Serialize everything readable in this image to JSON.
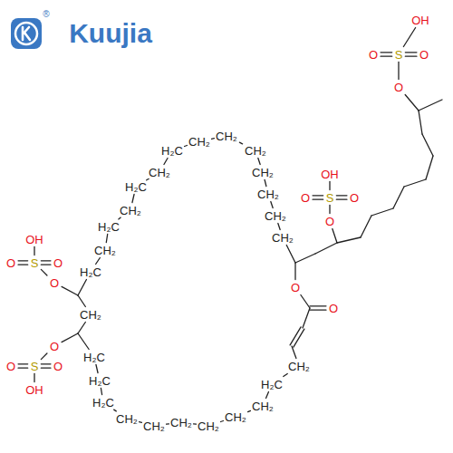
{
  "diagram": {
    "labels": [
      "Kuujia",
      "®",
      "OH",
      "O",
      "S",
      "O",
      "O",
      "OH",
      "O",
      "S",
      "O",
      "O",
      "H₂C",
      "CH₂",
      "H₂C",
      "CH₂",
      "H₂C",
      "CH₂",
      "H₂C",
      "CH₂",
      "CH₂",
      "CH₂",
      "CH₂",
      "CH₂",
      "CH₂",
      "CH₂",
      "O",
      "O",
      "CH₂",
      "H₂C",
      "CH₂",
      "CH₂",
      "CH₂",
      "CH₂",
      "CH₂",
      "CH₂",
      "H₂C",
      "H₂C",
      "H₂C",
      "OH",
      "O",
      "S",
      "O",
      "O",
      "CH₂",
      "O",
      "O",
      "S",
      "O",
      "OH"
    ]
  }
}
